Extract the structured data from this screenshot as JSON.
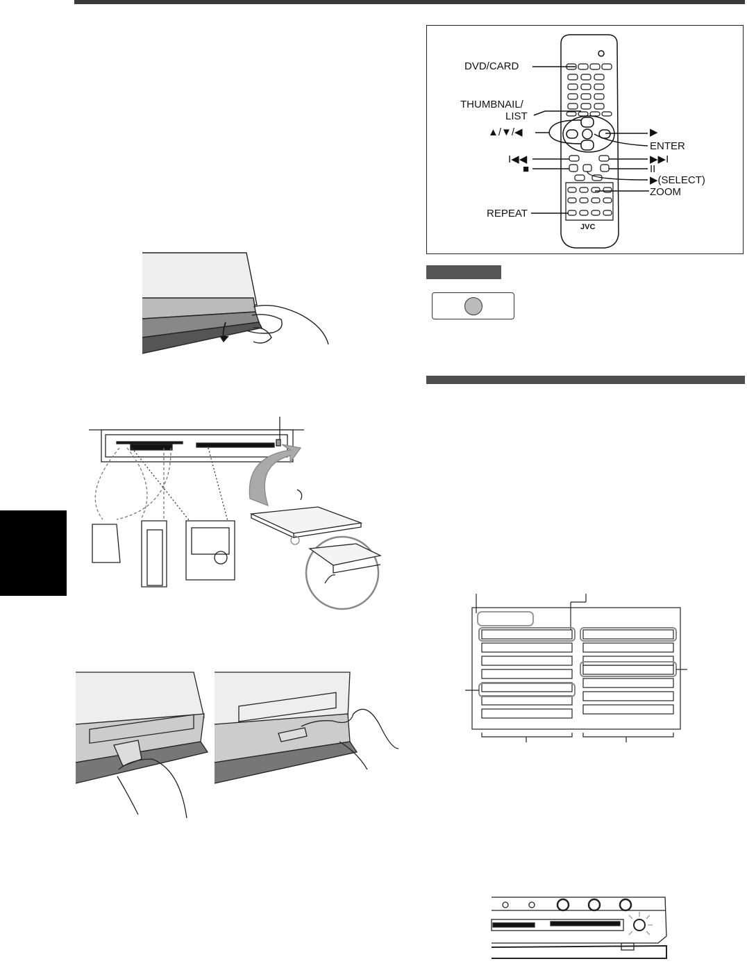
{
  "remote": {
    "brand": "JVC",
    "labels": {
      "dvd_card": "DVD/CARD",
      "thumbnail": "THUMBNAIL/",
      "list": "LIST",
      "nav_arrows": "▲/▼/◀",
      "right_arrow": "▶",
      "enter": "ENTER",
      "prev": "I◀◀",
      "next": "▶▶I",
      "stop": "■",
      "pause": "II",
      "select": "▶(SELECT)",
      "zoom": "ZOOM",
      "repeat": "REPEAT"
    }
  },
  "icons": [
    "drop-door-hand-illustration",
    "card-slot-diagram",
    "sd-card-icon",
    "memorystick-icon",
    "smartmedia-icon",
    "compactflash-icon",
    "card-insert-illustration",
    "menu-screen-diagram",
    "front-panel-illustration"
  ]
}
